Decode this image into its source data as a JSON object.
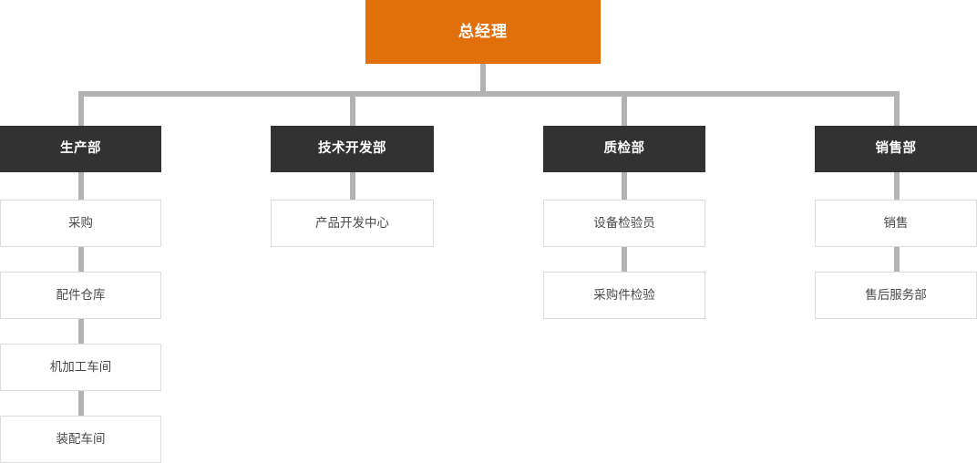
{
  "chart": {
    "type": "org-chart",
    "title": "",
    "colors": {
      "root_fill": "#e2700a",
      "root_text": "#ffffff",
      "department_fill": "#323232",
      "department_text": "#ffffff",
      "leaf_fill": "#ffffff",
      "leaf_border": "#dcdcdc",
      "leaf_text": "#4a4a4a",
      "connector": "#b3b3b3",
      "background": "#ffffff"
    },
    "root": {
      "label": "总经理"
    },
    "departments": [
      {
        "label": "生产部",
        "children": [
          {
            "label": "采购"
          },
          {
            "label": "配件仓库"
          },
          {
            "label": "机加工车间"
          },
          {
            "label": "装配车间"
          }
        ]
      },
      {
        "label": "技术开发部",
        "children": [
          {
            "label": "产品开发中心"
          }
        ]
      },
      {
        "label": "质检部",
        "children": [
          {
            "label": "设备检验员"
          },
          {
            "label": "采购件检验"
          }
        ]
      },
      {
        "label": "销售部",
        "children": [
          {
            "label": "销售"
          },
          {
            "label": "售后服务部"
          }
        ]
      }
    ]
  }
}
